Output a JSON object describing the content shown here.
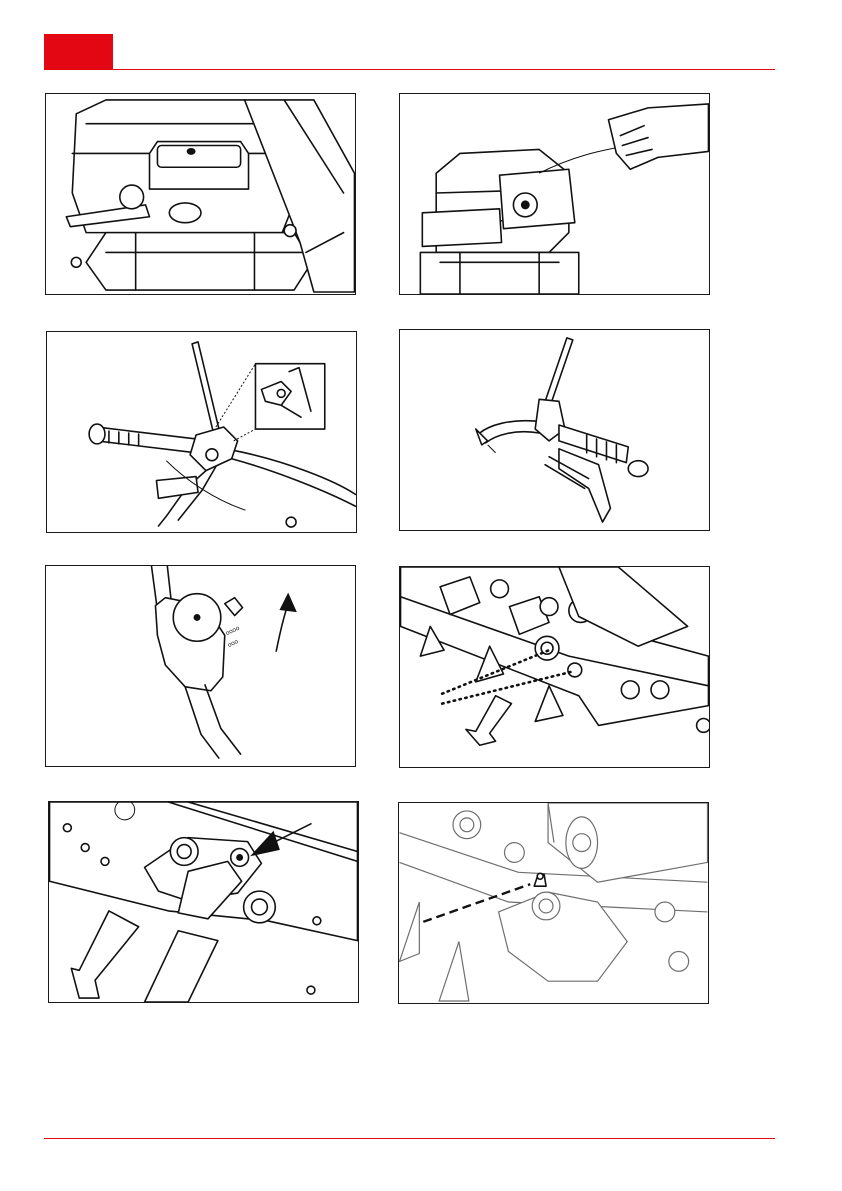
{
  "page": {
    "header_tab_color": "#e30613",
    "rule_color": "#e30613"
  },
  "figures": [
    {
      "id": 1,
      "subject": "engine-fuel-cap"
    },
    {
      "id": 2,
      "subject": "engine-starter-pull"
    },
    {
      "id": 3,
      "subject": "handlebar-lever-detail"
    },
    {
      "id": 4,
      "subject": "handlebar-brake-lever"
    },
    {
      "id": 5,
      "subject": "throttle-dial"
    },
    {
      "id": 6,
      "subject": "cutter-bar-blade"
    },
    {
      "id": 7,
      "subject": "cutter-bar-bolt"
    },
    {
      "id": 8,
      "subject": "cutter-bar-grease-nipple"
    }
  ],
  "labels": {
    "dial_marks": [
      "oooo",
      "ooo"
    ]
  }
}
